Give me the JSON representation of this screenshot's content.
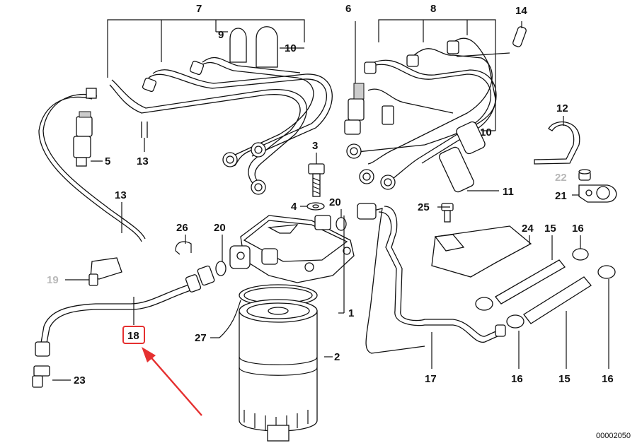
{
  "labels": {
    "l1": "1",
    "l2": "2",
    "l3": "3",
    "l4": "4",
    "l5": "5",
    "l6": "6",
    "l7": "7",
    "l8": "8",
    "l9": "9",
    "l10a": "10",
    "l10b": "10",
    "l11": "11",
    "l12": "12",
    "l13a": "13",
    "l13b": "13",
    "l14": "14",
    "l15a": "15",
    "l15b": "15",
    "l16a": "16",
    "l16b": "16",
    "l16c": "16",
    "l17": "17",
    "l18": "18",
    "l19": "19",
    "l20a": "20",
    "l20b": "20",
    "l21": "21",
    "l22": "22",
    "l23": "23",
    "l24": "24",
    "l25": "25",
    "l26": "26",
    "l27": "27"
  },
  "reference_number": "00002050",
  "colors": {
    "line": "#111111",
    "highlight": "#e53030",
    "faded_label": "#b8b8b8"
  }
}
